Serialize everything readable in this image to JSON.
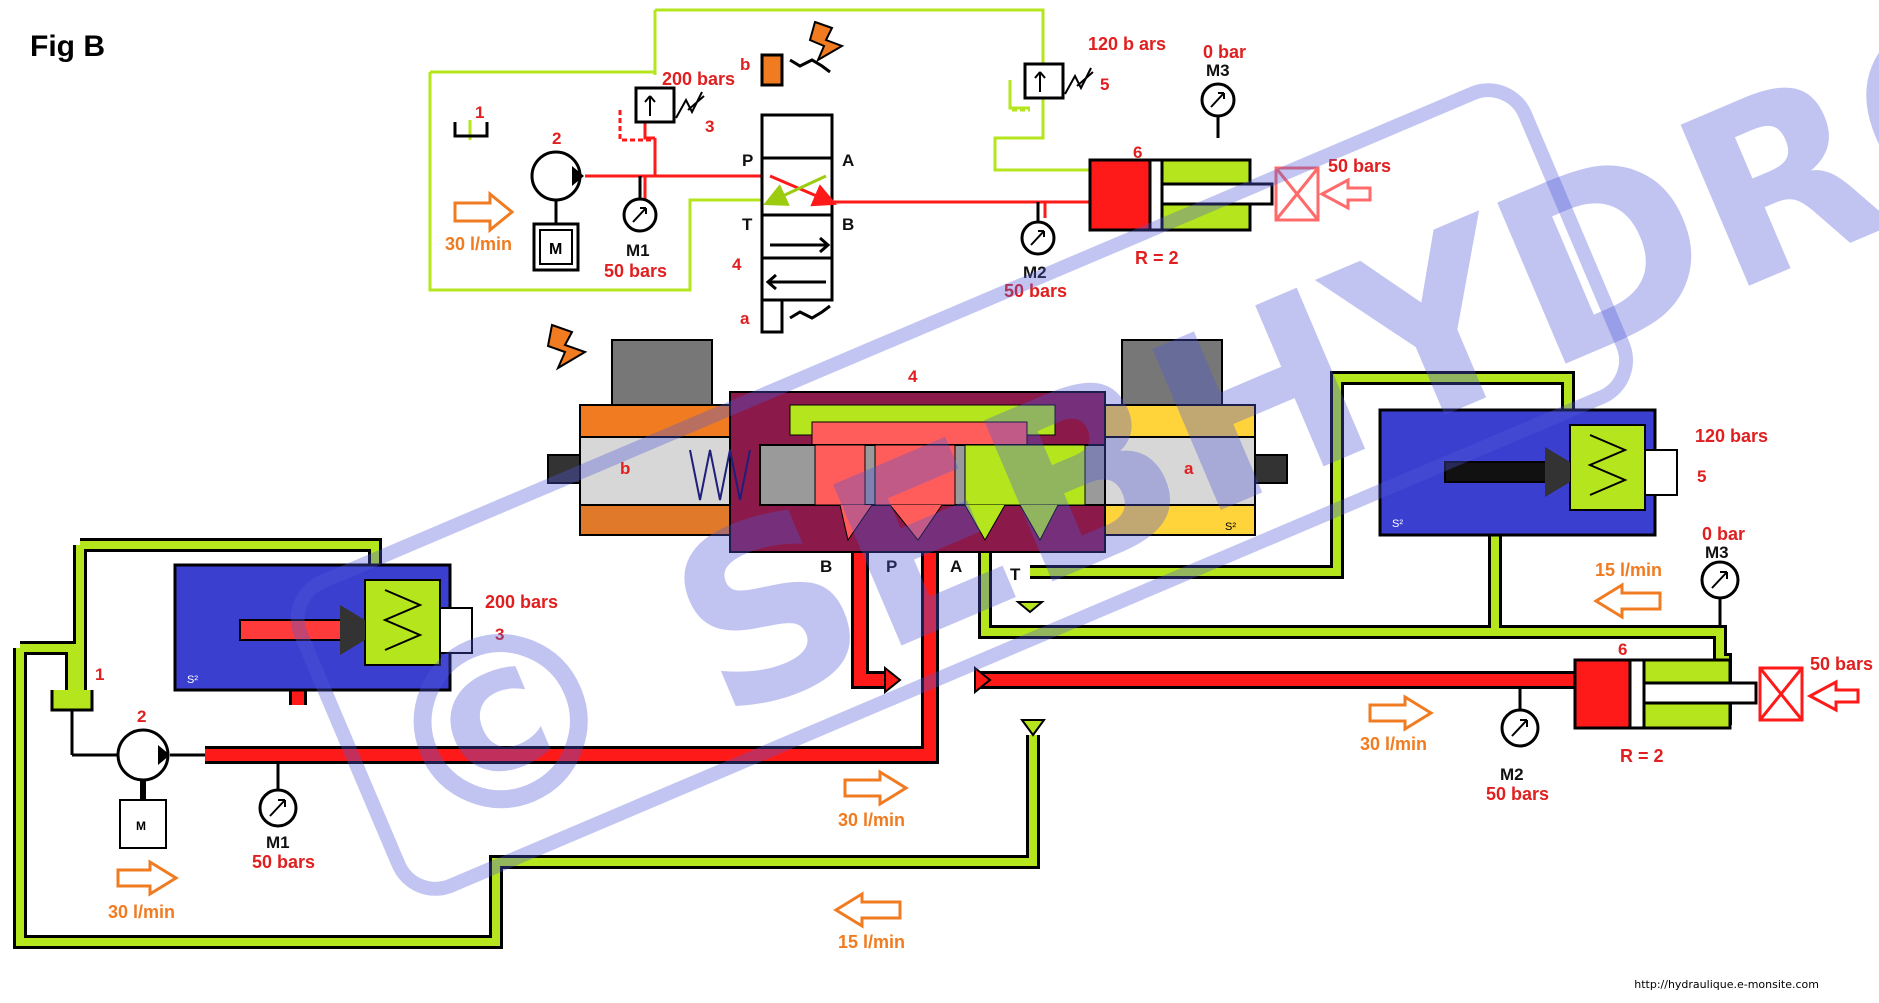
{
  "title": "Fig B",
  "url": "http://hydraulique.e-monsite.com",
  "watermark": "© SEBHYDRO",
  "colors": {
    "pressure_line": "#ff1a1a",
    "return_line": "#b5e61d",
    "flow_arrow": "#f07b20",
    "label_red": "#e02020",
    "valve_body": "#8b1a4a",
    "relief_valve_body": "#3b3fcf",
    "cylinder_red": "#ff1a1a"
  },
  "schematic": {
    "tank_num": "1",
    "pump_num": "2",
    "relief_main_num": "3",
    "relief_main_pressure": "200 bars",
    "valve_num": "4",
    "valve_ports": {
      "P": "P",
      "A": "A",
      "T": "T",
      "B": "B"
    },
    "solenoid_b": "b",
    "solenoid_a": "a",
    "relief_sec_num": "5",
    "relief_sec_pressure": "120 b ars",
    "cylinder_num": "6",
    "cylinder_ratio": "R = 2",
    "load": "50 bars",
    "m1_label": "M1",
    "m1_value": "50 bars",
    "m2_label": "M2",
    "m2_value": "50 bars",
    "m3_label": "M3",
    "m3_value": "0 bar",
    "pump_flow": "30 l/min",
    "motor": "M"
  },
  "cutaway": {
    "valve_num": "4",
    "solenoid_b": "b",
    "solenoid_a": "a",
    "port_B": "B",
    "port_P": "P",
    "port_A": "A",
    "port_T": "T",
    "relief_main_pressure": "200 bars",
    "relief_main_num": "3",
    "relief_sec_pressure": "120 bars",
    "relief_sec_num": "5",
    "s2_left": "S²",
    "s2_right": "S²",
    "s2_valve": "S²",
    "tank_num": "1",
    "pump_num": "2",
    "motor": "M",
    "m1_label": "M1",
    "m1_value": "50 bars",
    "m2_label": "M2",
    "m2_value": "50 bars",
    "m3_label": "M3",
    "m3_value": "0 bar",
    "cylinder_num": "6",
    "cylinder_ratio": "R = 2",
    "load": "50 bars",
    "flow_pump": "30 l/min",
    "flow_pressure": "30 l/min",
    "flow_cyl": "30 l/min",
    "flow_return_cyl": "15 l/min",
    "flow_return_tank": "15 l/min"
  }
}
